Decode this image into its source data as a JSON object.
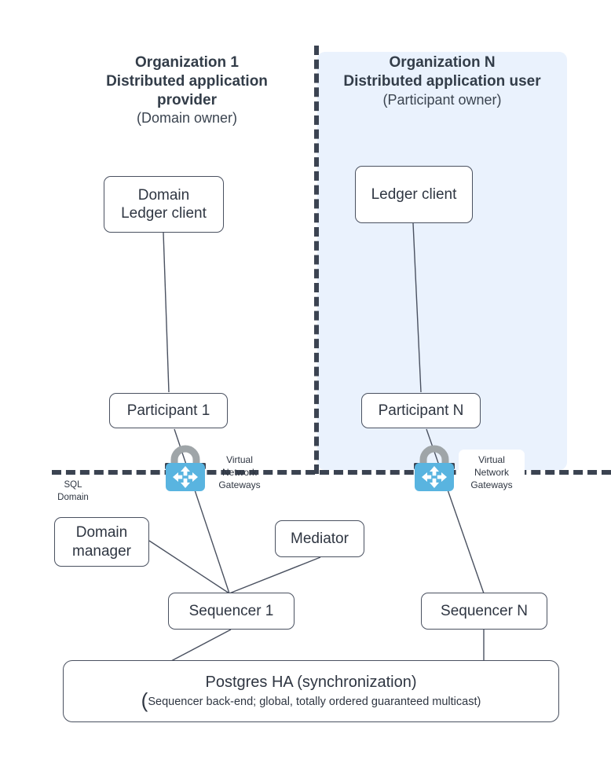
{
  "diagram": {
    "zones": [
      {
        "id": "org1",
        "title_line1": "Organization 1",
        "title_line2": "Distributed application",
        "title_line3": "provider",
        "subtitle": "(Domain owner)",
        "shaded": false
      },
      {
        "id": "orgN",
        "title_line1": "Organization N",
        "title_line2": "Distributed application user",
        "title_line3": "",
        "subtitle": "(Participant owner)",
        "shaded": true,
        "fill": "#eaf2fd"
      }
    ],
    "separator_label": {
      "line1": "SQL",
      "line2": "Domain"
    },
    "nodes": {
      "domain_ledger_client": {
        "line1": "Domain",
        "line2": "Ledger client"
      },
      "ledger_client_n": {
        "line1": "Ledger client",
        "line2": ""
      },
      "participant_1": {
        "label": "Participant 1"
      },
      "participant_n": {
        "label": "Participant N"
      },
      "domain_manager": {
        "line1": "Domain",
        "line2": "manager"
      },
      "mediator": {
        "label": "Mediator"
      },
      "sequencer_1": {
        "label": "Sequencer 1"
      },
      "sequencer_n": {
        "label": "Sequencer N"
      },
      "postgres": {
        "title": "Postgres HA (synchronization)",
        "paren": "(",
        "subtitle": "Sequencer back-end; global, totally ordered guaranteed multicast)"
      }
    },
    "gateways": [
      {
        "id": "gateway-left",
        "label_line1": "Virtual",
        "label_line2": "Network",
        "label_line3": "Gateways",
        "boxed": false
      },
      {
        "id": "gateway-right",
        "label_line1": "Virtual",
        "label_line2": "Network",
        "label_line3": "Gateways",
        "boxed": true
      }
    ],
    "colors": {
      "zone_fill": "#eaf2fd",
      "stroke": "#4a5160",
      "text": "#2f3642",
      "gateway_body": "#59b4e0",
      "gateway_shackle": "#9fa5a8",
      "dashed": "#3b4351"
    }
  }
}
